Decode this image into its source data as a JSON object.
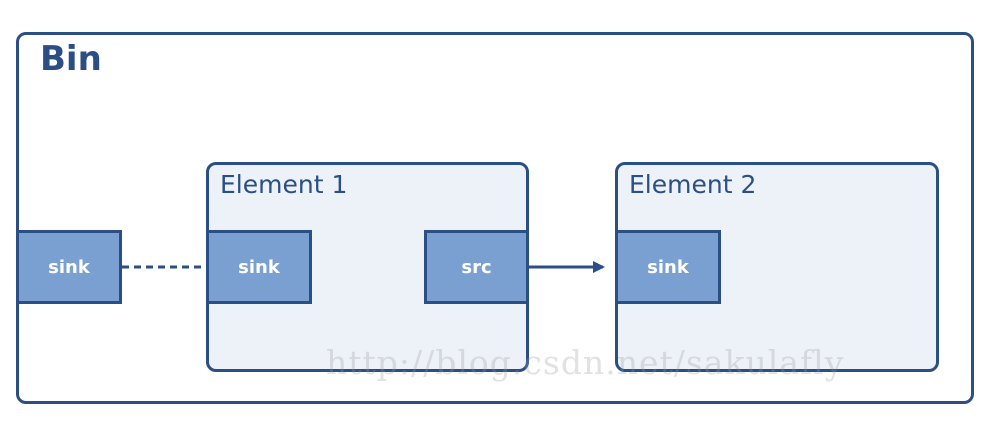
{
  "bin": {
    "title": "Bin"
  },
  "elements": [
    {
      "title": "Element 1",
      "pads": [
        "sink",
        "src"
      ]
    },
    {
      "title": "Element 2",
      "pads": [
        "sink"
      ]
    }
  ],
  "ghost_pad": {
    "label": "sink"
  },
  "links": [
    {
      "from": "Bin.sink",
      "to": "Element 1.sink",
      "style": "dashed"
    },
    {
      "from": "Element 1.src",
      "to": "Element 2.sink",
      "style": "arrow"
    }
  ],
  "watermark": "http://blog.csdn.net/sakulafly",
  "colors": {
    "border": "#2b4f85",
    "pad_fill": "#7aa0d2",
    "element_fill": "#edf2f9",
    "text": "#2b4f85"
  }
}
